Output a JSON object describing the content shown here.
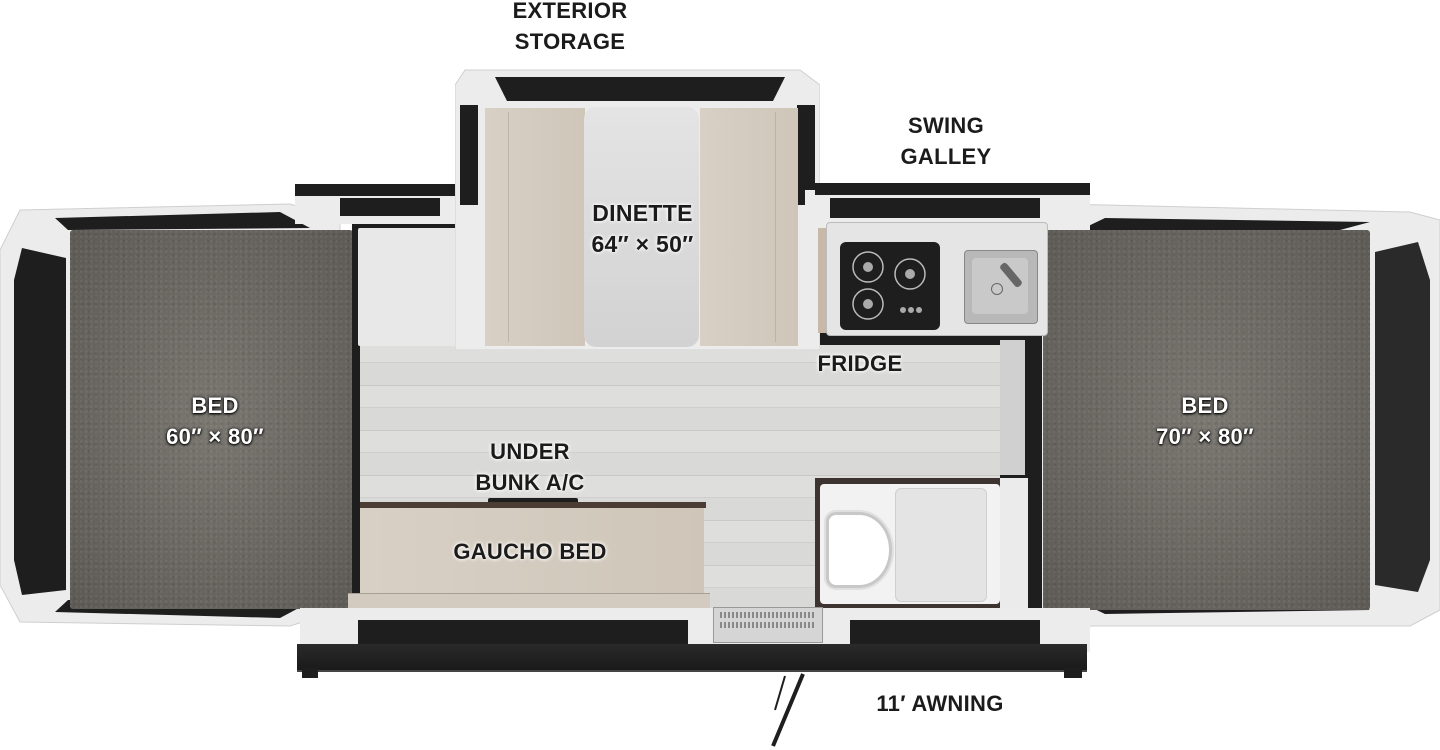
{
  "floorplan": {
    "labels": {
      "exterior_storage": [
        "EXTERIOR",
        "STORAGE"
      ],
      "swing_galley": [
        "SWING",
        "GALLEY"
      ],
      "dinette": [
        "DINETTE",
        "64″ × 50″"
      ],
      "fridge": "FRIDGE",
      "bed_left": [
        "BED",
        "60″ × 80″"
      ],
      "bed_right": [
        "BED",
        "70″ × 80″"
      ],
      "under_bunk_ac": [
        "UNDER",
        "BUNK A/C"
      ],
      "gaucho_bed": "GAUCHO BED",
      "awning": "11′ AWNING"
    },
    "colors": {
      "carpet": "#6d6a64",
      "shell": "#ececec",
      "dark_trim": "#1e1e1e",
      "cushion": "#d4ccc0",
      "floor": "#d9d9d7",
      "table": "#dcdcdc",
      "label_dark": "#1b1b1b",
      "label_light": "#ffffff"
    },
    "icons": [
      "stove-burner-icon",
      "sink-icon",
      "faucet-icon",
      "toilet-icon",
      "shower-icon",
      "entry-step-icon",
      "door-icon"
    ]
  }
}
